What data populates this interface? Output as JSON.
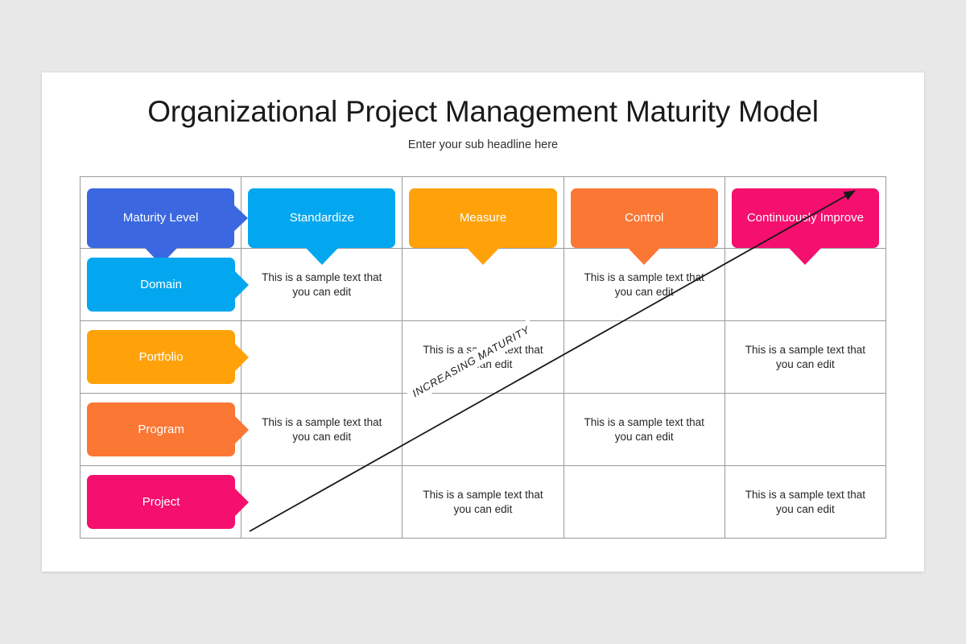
{
  "slide": {
    "title": "Organizational Project Management Maturity Model",
    "subtitle": "Enter your sub headline here",
    "background_color": "#e8e8e9",
    "card_color": "#ffffff"
  },
  "palette": {
    "indigo_blue": "#3b68e0",
    "sky_blue": "#03a7f0",
    "amber": "#ffa20a",
    "orange": "#fb7734",
    "pink": "#f50f6e",
    "grid_line": "#9a9a9a",
    "text": "#262626",
    "arrow": "#1a1a1a"
  },
  "matrix": {
    "headers": [
      {
        "label": "Maturity Level",
        "color": "#3b68e0",
        "has_right_arrow": true,
        "has_down_tail": true
      },
      {
        "label": "Standardize",
        "color": "#03a7f0",
        "has_right_arrow": false,
        "has_down_tail": true
      },
      {
        "label": "Measure",
        "color": "#ffa20a",
        "has_right_arrow": false,
        "has_down_tail": true
      },
      {
        "label": "Control",
        "color": "#fb7734",
        "has_right_arrow": false,
        "has_down_tail": true
      },
      {
        "label": "Continuously Improve",
        "color": "#f50f6e",
        "has_right_arrow": false,
        "has_down_tail": true
      }
    ],
    "row_labels": [
      {
        "label": "Domain",
        "color": "#03a7f0"
      },
      {
        "label": "Portfolio",
        "color": "#ffa20a"
      },
      {
        "label": "Program",
        "color": "#fb7734"
      },
      {
        "label": "Project",
        "color": "#f50f6e"
      }
    ],
    "sample_text": "This is a sample text that you can edit",
    "rows": [
      {
        "label": "Domain",
        "cells": [
          "This is a sample text that you can edit",
          "",
          "This is a sample text that you can edit",
          ""
        ]
      },
      {
        "label": "Portfolio",
        "cells": [
          "",
          "This is a sample text that you can edit",
          "",
          "This is a sample text that you can edit"
        ]
      },
      {
        "label": "Program",
        "cells": [
          "This is a sample text that you can edit",
          "",
          "This is a sample text that you can edit",
          ""
        ]
      },
      {
        "label": "Project",
        "cells": [
          "",
          "This is a sample text that you can edit",
          "",
          "This is a sample text that you can edit"
        ]
      }
    ]
  },
  "annotation": {
    "maturity_arrow_label": "INCREASING MATURITY",
    "direction": "bottom-left to top-right"
  }
}
